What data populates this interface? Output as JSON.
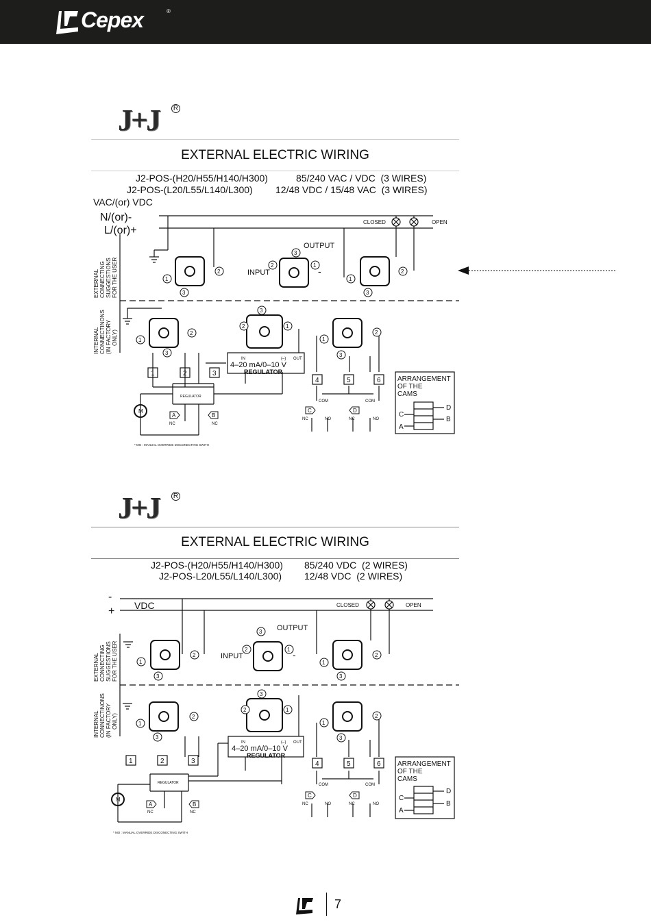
{
  "header": {
    "brand_name": "Cepex",
    "brand_reg": "®",
    "bg_color": "#1d1d1b"
  },
  "sections": [
    {
      "logo": "J+J",
      "logo_reg": "R",
      "title": "EXTERNAL ELECTRIC WIRING",
      "model_line_1_name": "J2-POS-(H20/H55/H140/H300)",
      "model_line_1_spec": "85/240 VAC / VDC  (3 WIRES)",
      "model_line_2_name": "J2-POS-(L20/L55/L140/L300)",
      "model_line_2_spec": "12/48 VDC / 15/48 VAC  (3 WIRES)",
      "supply_label": "VAC/(or) VDC",
      "line_n_label": "N/(or)-",
      "line_l_label": "L/(or)+",
      "closed_label": "CLOSED",
      "open_label": "OPEN",
      "output_label": "OUTPUT",
      "input_label": "INPUT",
      "ext_label_1": "EXTERNAL",
      "ext_label_2": "CONNECTING",
      "ext_label_3": "SUGGESTIONS",
      "ext_label_4": "FOR THE USER",
      "int_label_1": "INTERNAL",
      "int_label_2": "CONNECTINONS",
      "int_label_3": "(IN FACTORY",
      "int_label_4": "ONLY)",
      "regulator_range": "4–20  mA/0–10  V",
      "regulator_label": "REGULATOR",
      "regulator_small": "REGULATOR",
      "in_label": "IN",
      "minus_label": "(–)",
      "out_label": "OUT",
      "term_1": "1",
      "term_2": "2",
      "term_3": "3",
      "term_4": "4",
      "term_5": "5",
      "term_6": "6",
      "pin_1": "1",
      "pin_2": "2",
      "pin_3": "3",
      "com_label": "COM",
      "nc_label": "NC",
      "no_label": "NO",
      "cam_a": "A",
      "cam_b": "B",
      "cam_c": "C",
      "cam_d": "D",
      "motor_label": "M",
      "arrangement_1": "ARRANGEMENT",
      "arrangement_2": "OF THE",
      "arrangement_3": "CAMS",
      "mo_note": "*  MO : MANUAL OVERRIDE DISCONECTING SWITH"
    },
    {
      "logo": "J+J",
      "logo_reg": "R",
      "title": "EXTERNAL ELECTRIC WIRING",
      "model_line_1_name": "J2-POS-(H20/H55/H140/H300)",
      "model_line_1_spec": "85/240 VDC  (2 WIRES)",
      "model_line_2_name": "J2-POS-L20/L55/L140/L300)",
      "model_line_2_spec": "12/48 VDC  (2 WIRES)",
      "supply_label": "VDC",
      "line_n_label": "-",
      "line_l_label": "+",
      "closed_label": "CLOSED",
      "open_label": "OPEN",
      "output_label": "OUTPUT",
      "input_label": "INPUT",
      "ext_label_1": "EXTERNAL",
      "ext_label_2": "CONNECTING",
      "ext_label_3": "SUGGESTIONS",
      "ext_label_4": "FOR THE USER",
      "int_label_1": "INTERNAL",
      "int_label_2": "CONNECTINONS",
      "int_label_3": "(IN FACTORY",
      "int_label_4": "ONLY)",
      "regulator_range": "4–20  mA/0–10  V",
      "regulator_label": "REGULATOR",
      "regulator_small": "REGULATOR",
      "in_label": "IN",
      "minus_label": "(–)",
      "out_label": "OUT",
      "term_1": "1",
      "term_2": "2",
      "term_3": "3",
      "term_4": "4",
      "term_5": "5",
      "term_6": "6",
      "pin_1": "1",
      "pin_2": "2",
      "pin_3": "3",
      "com_label": "COM",
      "nc_label": "NC",
      "no_label": "NO",
      "cam_a": "A",
      "cam_b": "B",
      "cam_c": "C",
      "cam_d": "D",
      "motor_label": "M",
      "arrangement_1": "ARRANGEMENT",
      "arrangement_2": "OF THE",
      "arrangement_3": "CAMS",
      "mo_note": "*  MO : MANUAL OVERRIDE DISCONECTING SWITH"
    }
  ],
  "footer": {
    "page_number": "7"
  }
}
